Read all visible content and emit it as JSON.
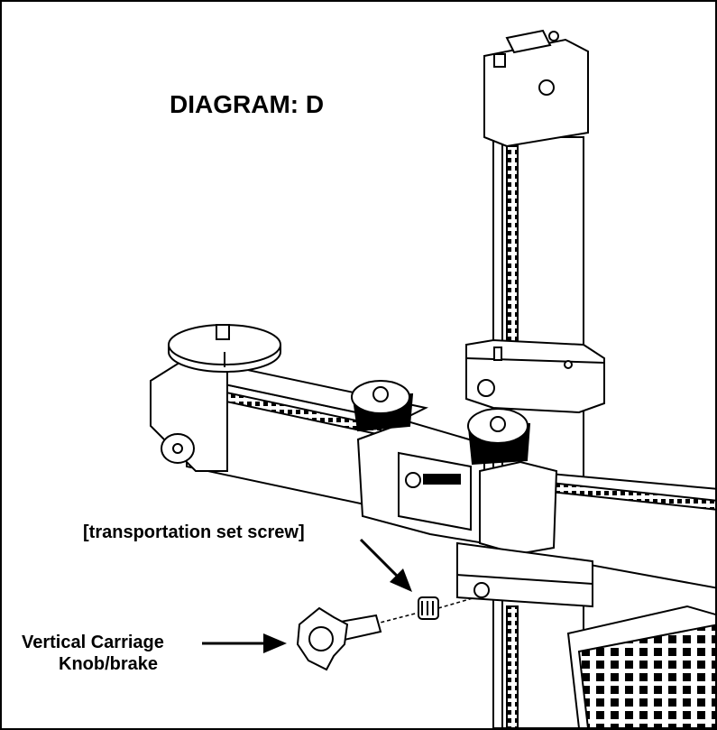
{
  "diagram": {
    "title": "DIAGRAM: D",
    "callouts": {
      "set_screw": "[transportation set screw]",
      "knob_line1": "Vertical Carriage",
      "knob_line2": "Knob/brake"
    },
    "colors": {
      "ink": "#000000",
      "paper": "#ffffff",
      "shade": "#d9d9d9"
    }
  }
}
